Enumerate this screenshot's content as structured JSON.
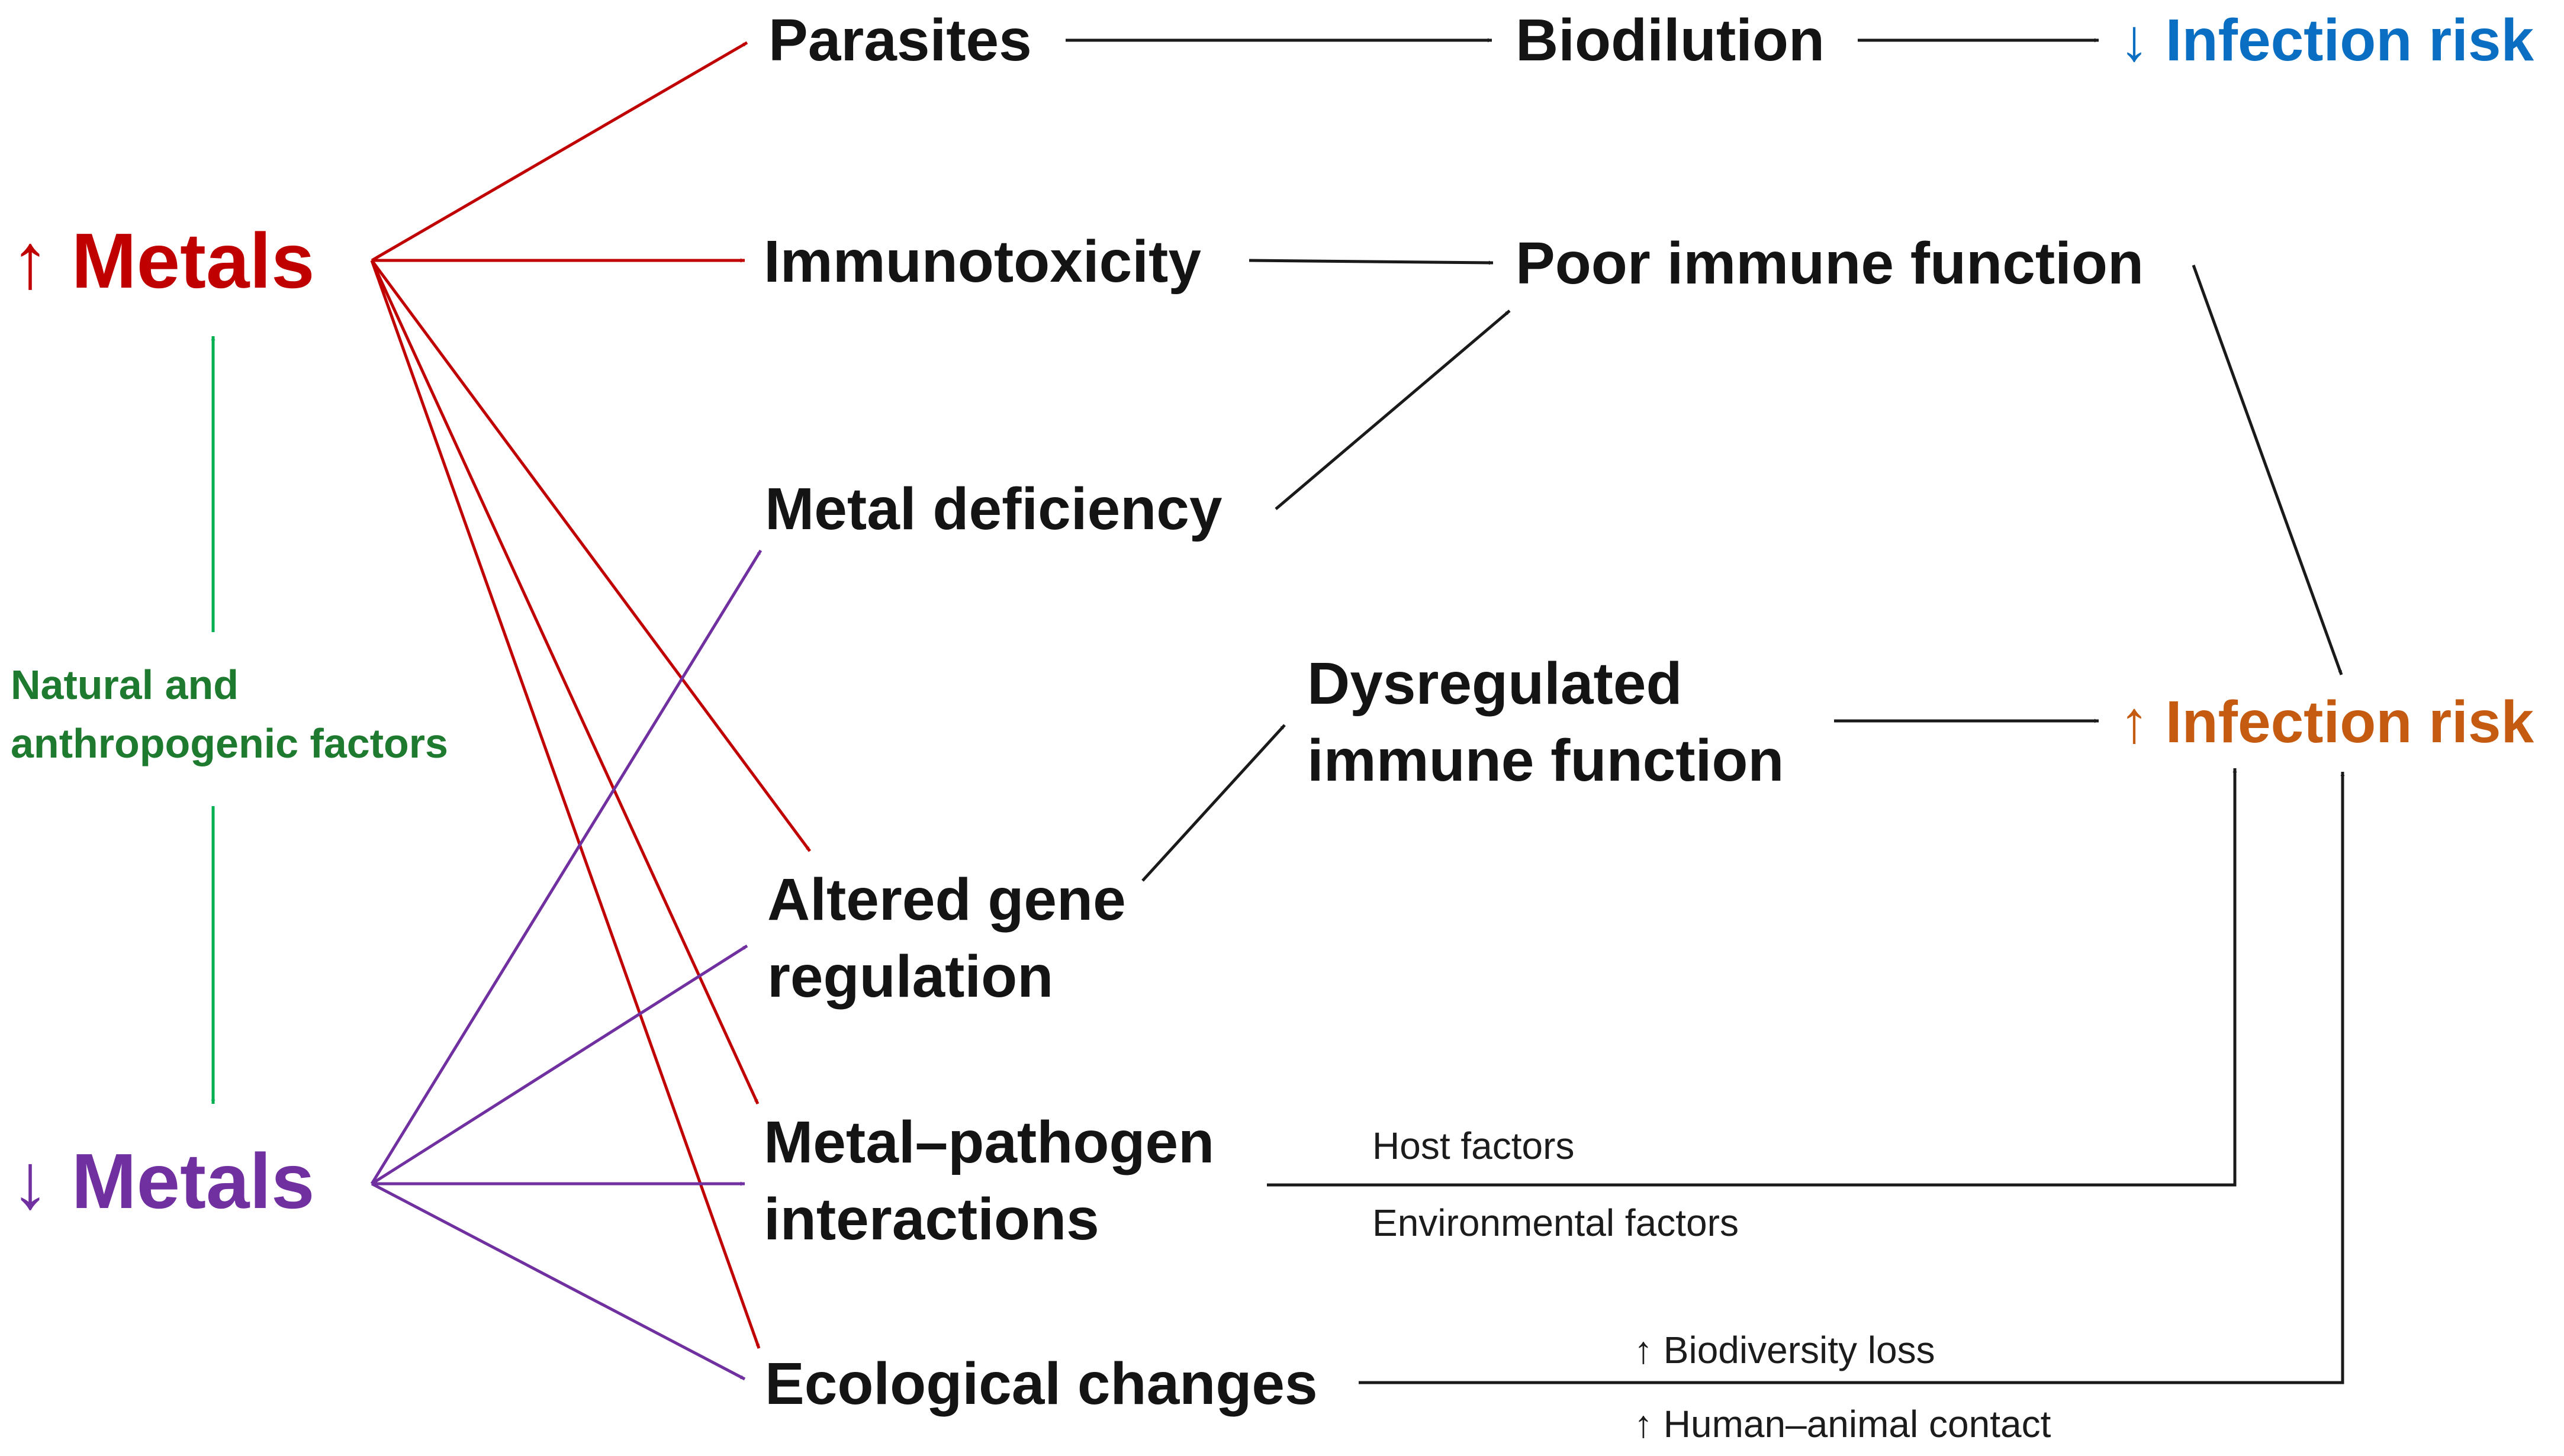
{
  "colors": {
    "red": "#c00000",
    "purple": "#7030a0",
    "green": "#1e7a2e",
    "green_line": "#00b050",
    "blue": "#0a6fc2",
    "orange": "#c55a11",
    "black": "#1a1a1a"
  },
  "nodes": {
    "metals_up": "↑ Metals",
    "metals_down": "↓ Metals",
    "factors_line1": "Natural and",
    "factors_line2": "anthropogenic factors",
    "parasites": "Parasites",
    "immunotoxicity": "Immunotoxicity",
    "metal_deficiency": "Metal deficiency",
    "altered_gene_line1": "Altered gene",
    "altered_gene_line2": "regulation",
    "metal_pathogen_line1": "Metal–pathogen",
    "metal_pathogen_line2": "interactions",
    "ecological_changes": "Ecological changes",
    "biodilution": "Biodilution",
    "poor_immune": "Poor immune function",
    "dysregulated_line1": "Dysregulated",
    "dysregulated_line2": "immune function",
    "infection_down": "↓ Infection risk",
    "infection_up": "↑ Infection risk"
  },
  "edge_labels": {
    "host_factors": "Host factors",
    "environmental_factors": "Environmental factors",
    "biodiversity_loss": "↑ Biodiversity loss",
    "human_animal_contact": "↑ Human–animal contact"
  },
  "edges": [
    {
      "from": "metals_up",
      "to": "parasites",
      "color": "red"
    },
    {
      "from": "metals_up",
      "to": "immunotoxicity",
      "color": "red"
    },
    {
      "from": "metals_up",
      "to": "altered_gene_regulation",
      "color": "red"
    },
    {
      "from": "metals_up",
      "to": "metal_pathogen_interactions",
      "color": "red"
    },
    {
      "from": "metals_up",
      "to": "ecological_changes",
      "color": "red"
    },
    {
      "from": "metals_down",
      "to": "metal_deficiency",
      "color": "purple"
    },
    {
      "from": "metals_down",
      "to": "altered_gene_regulation",
      "color": "purple"
    },
    {
      "from": "metals_down",
      "to": "metal_pathogen_interactions",
      "color": "purple"
    },
    {
      "from": "metals_down",
      "to": "ecological_changes",
      "color": "purple"
    },
    {
      "from": "natural_and_anthropogenic_factors",
      "to": "metals_up",
      "color": "green_line"
    },
    {
      "from": "natural_and_anthropogenic_factors",
      "to": "metals_down",
      "color": "green_line"
    },
    {
      "from": "parasites",
      "to": "biodilution",
      "color": "black"
    },
    {
      "from": "biodilution",
      "to": "infection_down",
      "color": "black"
    },
    {
      "from": "immunotoxicity",
      "to": "poor_immune_function",
      "color": "black"
    },
    {
      "from": "metal_deficiency",
      "to": "poor_immune_function",
      "color": "black"
    },
    {
      "from": "poor_immune_function",
      "to": "infection_up",
      "color": "black"
    },
    {
      "from": "altered_gene_regulation",
      "to": "dysregulated_immune_function",
      "color": "black"
    },
    {
      "from": "dysregulated_immune_function",
      "to": "infection_up",
      "color": "black"
    },
    {
      "from": "metal_pathogen_interactions",
      "to": "infection_up",
      "color": "black"
    },
    {
      "from": "ecological_changes",
      "to": "infection_up",
      "color": "black"
    }
  ]
}
